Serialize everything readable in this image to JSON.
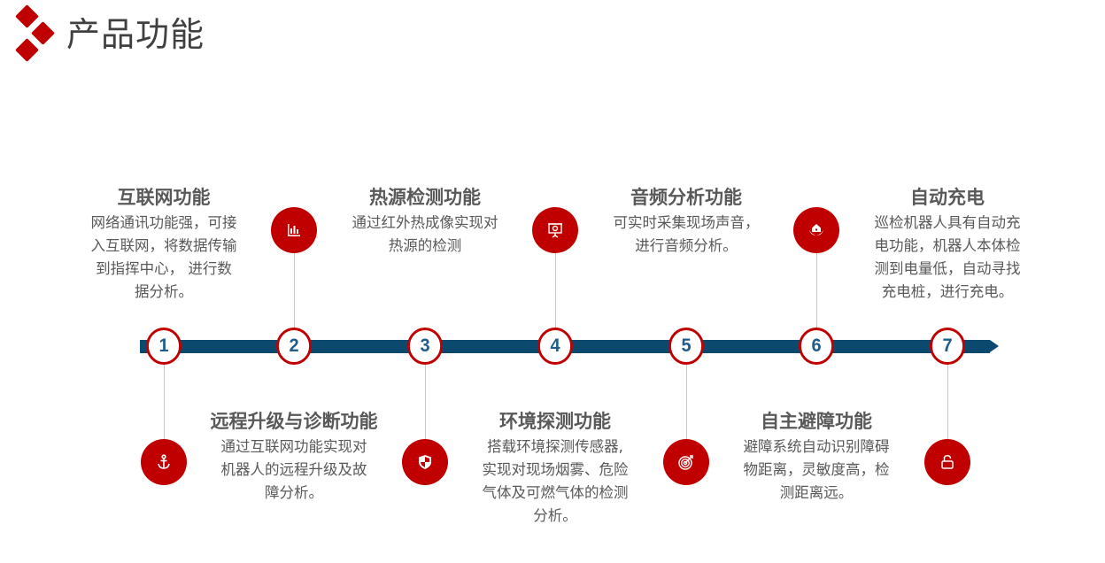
{
  "header": {
    "title": "产品功能"
  },
  "colors": {
    "accent": "#c00000",
    "timeline": "#0b4a6e",
    "number": "#1f5c8c",
    "text": "#595959"
  },
  "steps": [
    {
      "number": "1",
      "icon": "anchor-icon",
      "title": "互联网功能",
      "lines": [
        "网络通讯功能强，可接",
        "入互联网，将数据传输",
        "到指挥中心， 进行数",
        "据分析。"
      ]
    },
    {
      "number": "2",
      "icon": "bar-chart-icon",
      "title": "远程升级与诊断功能",
      "lines": [
        "通过互联网功能实现对",
        "机器人的远程升级及故",
        "障分析。"
      ]
    },
    {
      "number": "3",
      "icon": "shield-icon",
      "title": "热源检测功能",
      "lines": [
        "通过红外热成像实现对",
        "热源的检测"
      ]
    },
    {
      "number": "4",
      "icon": "presentation-icon",
      "title": "环境探测功能",
      "lines": [
        "搭载环境探测传感器,",
        "实现对现场烟雾、危险",
        "气体及可燃气体的检测",
        "分析。"
      ]
    },
    {
      "number": "5",
      "icon": "target-icon",
      "title": "音频分析功能",
      "lines": [
        "可实时采集现场声音，",
        "进行音频分析。"
      ]
    },
    {
      "number": "6",
      "icon": "eco-home-icon",
      "title": "自主避障功能",
      "lines": [
        "避障系统自动识别障碍",
        "物距离，灵敏度高，检",
        "测距离远。"
      ]
    },
    {
      "number": "7",
      "icon": "unlock-icon",
      "title": "自动充电",
      "lines": [
        "巡检机器人具有自动充",
        "电功能，机器人本体检",
        "测到电量低，自动寻找",
        "充电桩，进行充电。"
      ]
    }
  ]
}
